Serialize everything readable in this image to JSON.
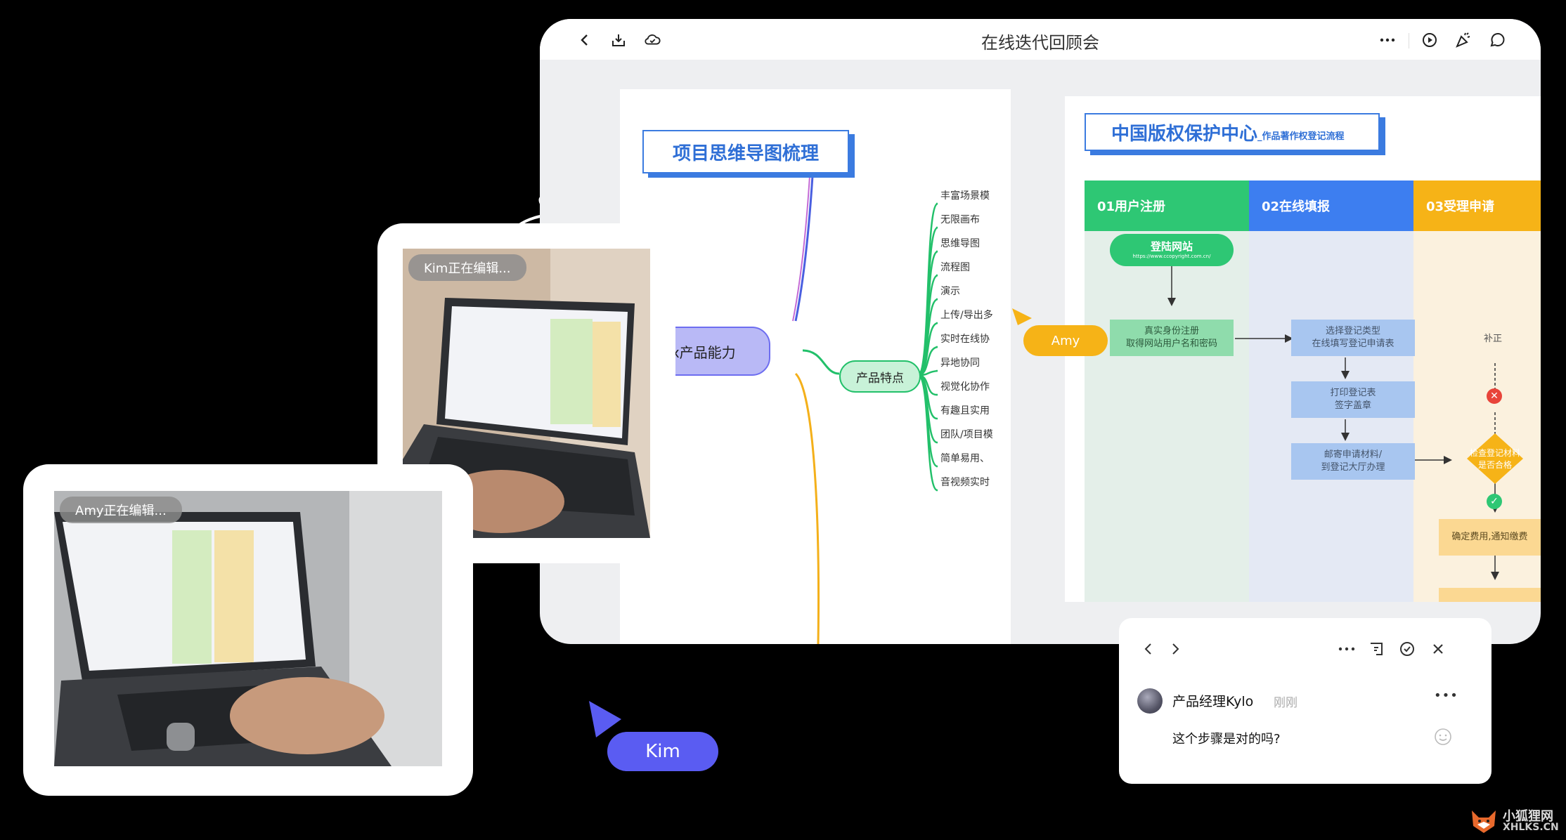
{
  "app": {
    "title": "在线迭代回顾会",
    "toolbar_icons": [
      "back-icon",
      "download-icon",
      "cloud-icon",
      "more-icon",
      "play-icon",
      "celebrate-icon",
      "chat-icon"
    ]
  },
  "mindmap": {
    "title": "项目思维导图梳理",
    "root": "Mix产品能力",
    "center": "产品特点",
    "branches": [
      "丰富场景模",
      "无限画布",
      "思维导图",
      "流程图",
      "演示",
      "上传/导出多",
      "实时在线协",
      "异地协同",
      "视觉化协作",
      "有趣且实用",
      "团队/项目模",
      "简单易用、",
      "音视频实时"
    ]
  },
  "flowchart": {
    "title": "中国版权保护中心",
    "subtitle": "_作品著作权登记流程",
    "lanes": [
      {
        "label": "01用户注册",
        "color": "#2ec774"
      },
      {
        "label": "02在线填报",
        "color": "#3d7ef0"
      },
      {
        "label": "03受理申请",
        "color": "#f6b317"
      }
    ],
    "login": "登陆网站",
    "login_url": "https://www.ccopyright.com.cn/",
    "step_register": [
      "真实身份注册",
      "取得网站用户名和密码"
    ],
    "step_select": [
      "选择登记类型",
      "在线填写登记申请表"
    ],
    "step_print": [
      "打印登记表",
      "签字盖章"
    ],
    "step_mail": [
      "邮寄申请材料/",
      "到登记大厅办理"
    ],
    "step_check": [
      "检查登记材料",
      "是否合格"
    ],
    "step_fee": "确定费用,通知缴费",
    "supplement": "补正"
  },
  "collaborators": {
    "kim_editing": "Kim正在编辑...",
    "amy_editing": "Amy正在编辑...",
    "kim_cursor": "Kim",
    "amy_cursor": "Amy"
  },
  "comment": {
    "author": "产品经理Kylo",
    "time": "刚刚",
    "text": "这个步骤是对的吗?",
    "more": "•••"
  },
  "watermark": {
    "line1": "小狐狸网",
    "line2": "XHLKS.CN"
  },
  "colors": {
    "accent_blue": "#3b7be0",
    "kim_purple": "#5a5cf2",
    "amy_yellow": "#f6b317",
    "mind_green": "#22c06a"
  }
}
